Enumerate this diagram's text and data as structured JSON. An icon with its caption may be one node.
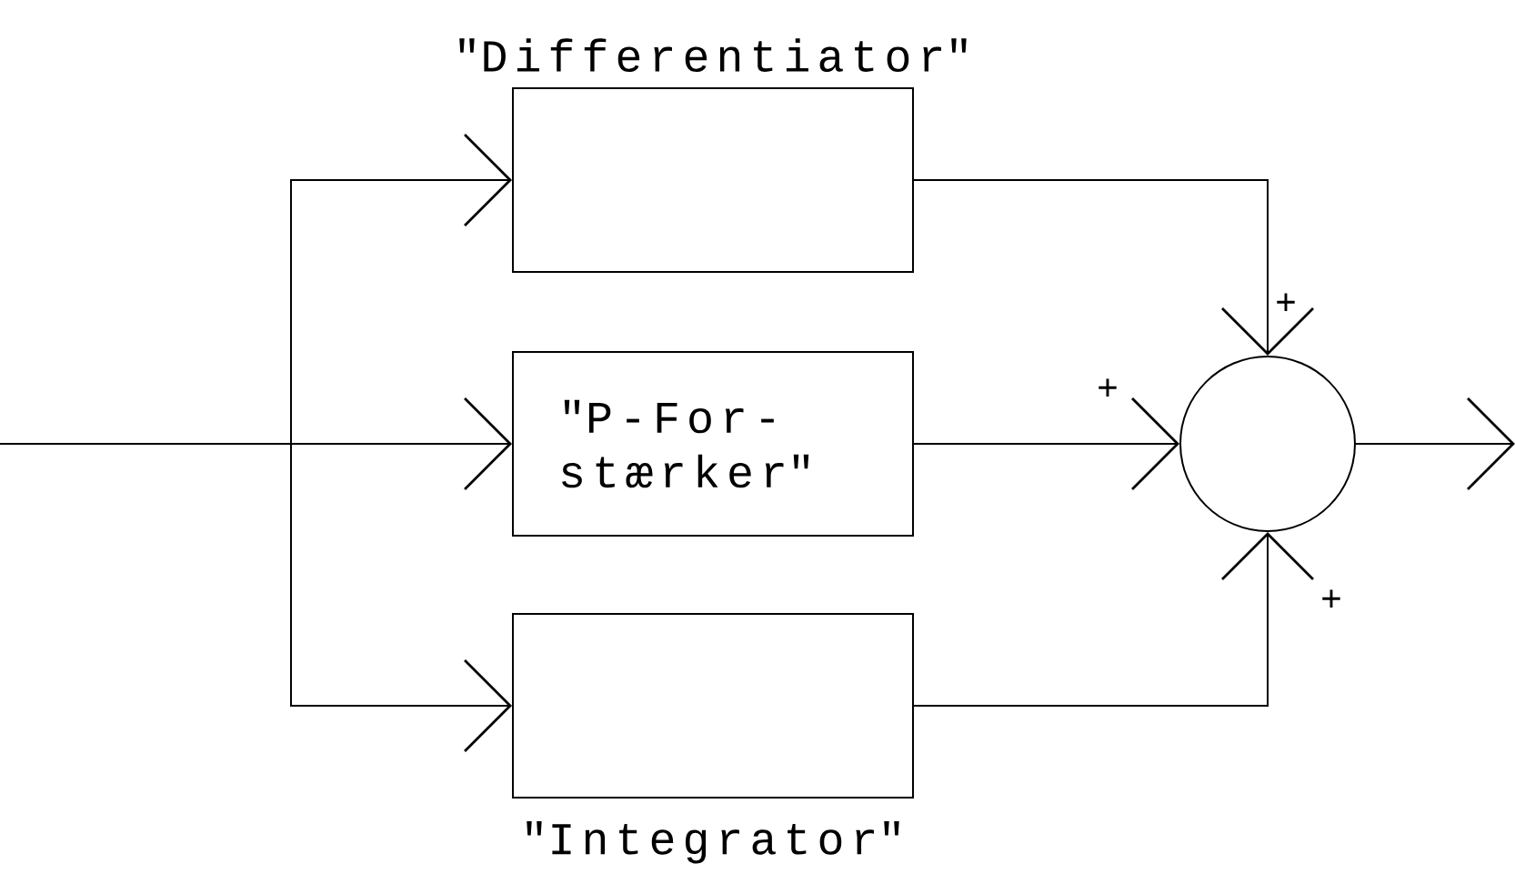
{
  "diagram": {
    "nodes": [
      {
        "text": [
          "\"Differentiator\""
        ]
      },
      {
        "text": [
          "\"P-For- stærker\""
        ]
      },
      {
        "text": [
          "\"Integrator\""
        ]
      },
      {
        "text": [],
        "shape": "circle"
      }
    ],
    "edges": [
      {
        "from": null,
        "to": 0,
        "arrow": "to"
      },
      {
        "from": null,
        "to": 1,
        "arrow": "to"
      },
      {
        "from": null,
        "to": 2,
        "arrow": "to"
      },
      {
        "from": 0,
        "to": 3,
        "arrow": "to",
        "label": "+"
      },
      {
        "from": 1,
        "to": 3,
        "arrow": "to",
        "label": "+"
      },
      {
        "from": 2,
        "to": 3,
        "arrow": "to",
        "label": "+"
      },
      {
        "from": 3,
        "to": null,
        "arrow": "to"
      }
    ]
  }
}
